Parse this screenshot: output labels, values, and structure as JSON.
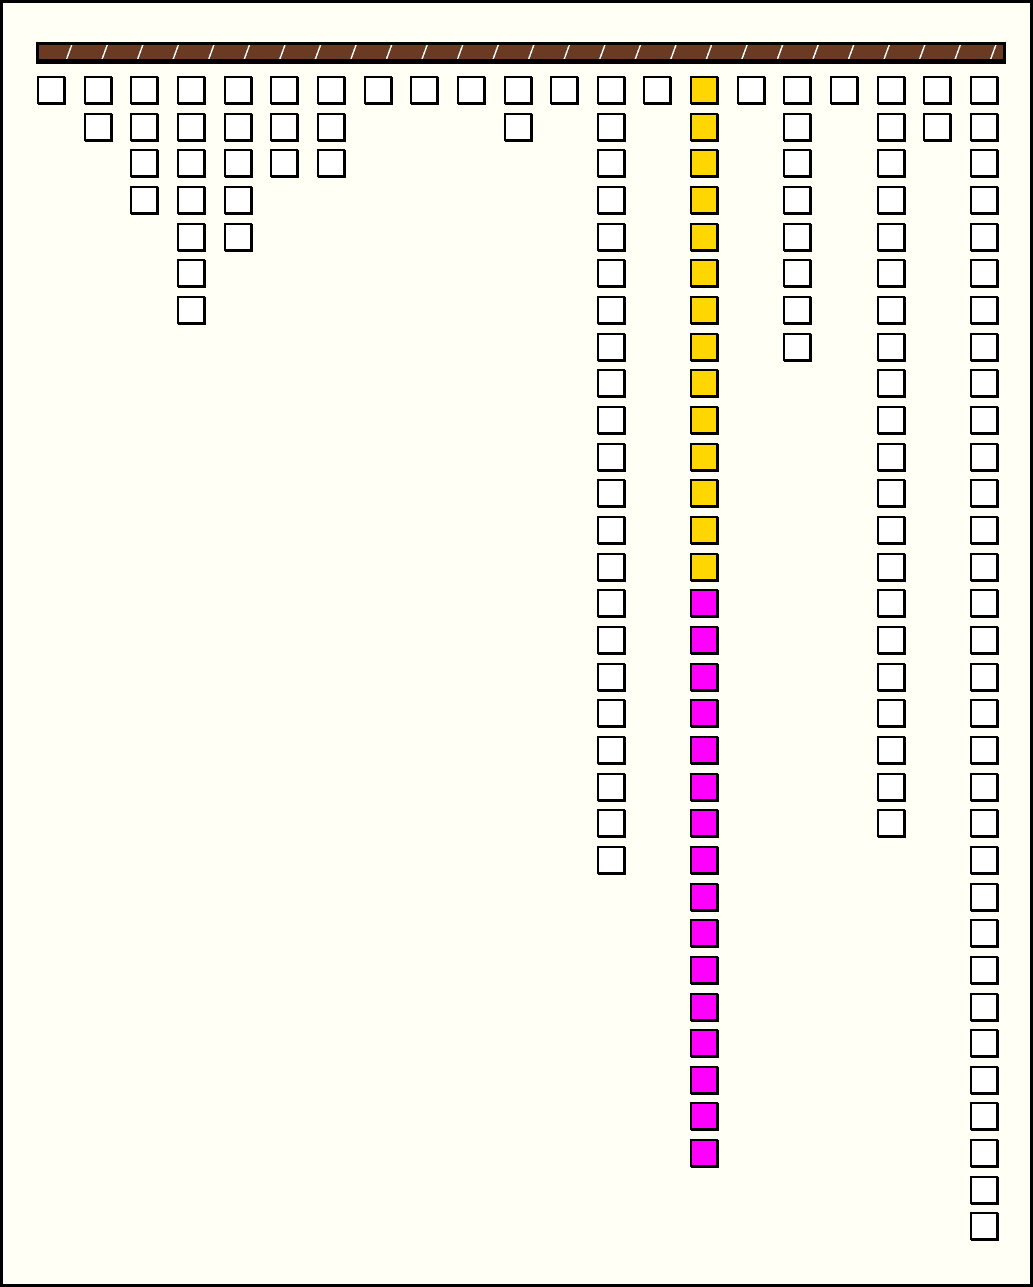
{
  "board": {
    "rod_color": "#6b3a22",
    "empty_color": "#ffffff",
    "columns": [
      {
        "segments": [
          {
            "count": 1,
            "color": "#ffffff"
          }
        ]
      },
      {
        "segments": [
          {
            "count": 2,
            "color": "#ffffff"
          }
        ]
      },
      {
        "segments": [
          {
            "count": 4,
            "color": "#ffffff"
          }
        ]
      },
      {
        "segments": [
          {
            "count": 7,
            "color": "#ffffff"
          }
        ]
      },
      {
        "segments": [
          {
            "count": 5,
            "color": "#ffffff"
          }
        ]
      },
      {
        "segments": [
          {
            "count": 3,
            "color": "#ffffff"
          }
        ]
      },
      {
        "segments": [
          {
            "count": 3,
            "color": "#ffffff"
          }
        ]
      },
      {
        "segments": [
          {
            "count": 1,
            "color": "#ffffff"
          }
        ]
      },
      {
        "segments": [
          {
            "count": 1,
            "color": "#ffffff"
          }
        ]
      },
      {
        "segments": [
          {
            "count": 1,
            "color": "#ffffff"
          }
        ]
      },
      {
        "segments": [
          {
            "count": 2,
            "color": "#ffffff"
          }
        ]
      },
      {
        "segments": [
          {
            "count": 1,
            "color": "#ffffff"
          }
        ]
      },
      {
        "segments": [
          {
            "count": 22,
            "color": "#ffffff"
          }
        ]
      },
      {
        "segments": [
          {
            "count": 1,
            "color": "#ffffff"
          }
        ]
      },
      {
        "segments": [
          {
            "count": 14,
            "color": "#ffd700"
          },
          {
            "count": 16,
            "color": "#ff00ff"
          }
        ]
      },
      {
        "segments": [
          {
            "count": 1,
            "color": "#ffffff"
          }
        ]
      },
      {
        "segments": [
          {
            "count": 8,
            "color": "#ffffff"
          }
        ]
      },
      {
        "segments": [
          {
            "count": 1,
            "color": "#ffffff"
          }
        ]
      },
      {
        "segments": [
          {
            "count": 21,
            "color": "#ffffff"
          }
        ]
      },
      {
        "segments": [
          {
            "count": 2,
            "color": "#ffffff"
          }
        ]
      },
      {
        "segments": [
          {
            "count": 32,
            "color": "#ffffff"
          }
        ]
      }
    ]
  }
}
